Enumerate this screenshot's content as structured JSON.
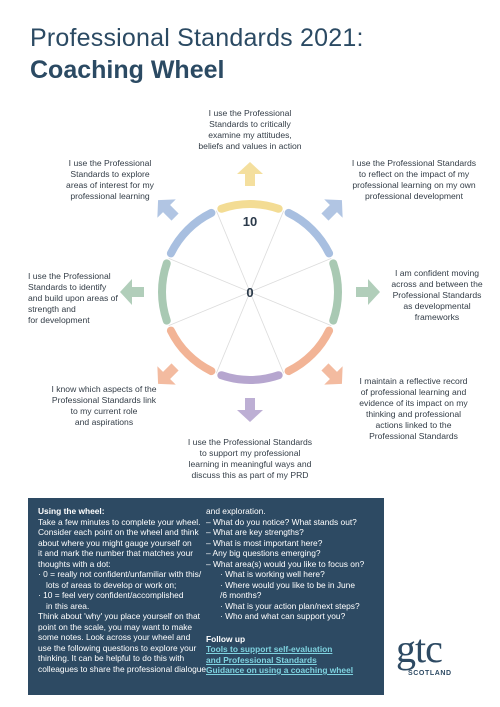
{
  "title": {
    "line1": "Professional Standards 2021:",
    "line2": "Coaching Wheel"
  },
  "wheel": {
    "center_label": "0",
    "top_label": "10"
  },
  "statements": {
    "top": [
      "I use the Professional",
      "Standards to critically",
      "examine my attitudes,",
      "beliefs and values in action"
    ],
    "top_right": [
      "I use the Professional Standards",
      "to reflect on the impact of my",
      "professional learning on my own",
      "professional development"
    ],
    "right": [
      "I am confident moving",
      "across and between the",
      "Professional Standards",
      "as developmental",
      "frameworks"
    ],
    "bottom_right": [
      "I maintain a reflective record",
      "of professional learning and",
      "evidence of its impact on my",
      "thinking and professional",
      "actions linked to the",
      "Professional Standards"
    ],
    "bottom": [
      "I use the Professional Standards",
      "to support my professional",
      "learning in meaningful ways and",
      "discuss this as part of my PRD"
    ],
    "bottom_left": [
      "I know which aspects of the",
      "Professional Standards link",
      "to my current role",
      "and aspirations"
    ],
    "left": [
      "I use the Professional",
      "Standards to identify",
      "and build upon areas of",
      "strength and",
      "for development"
    ],
    "top_left": [
      "I use the Professional",
      "Standards to explore",
      "areas of interest for my",
      "professional learning"
    ]
  },
  "colors": {
    "top": "#f3dc94",
    "top_right": "#a8bfe0",
    "right": "#a9c9b3",
    "bottom_right": "#f2b496",
    "bottom": "#b6a6cf",
    "bottom_left": "#f2b496",
    "left": "#a9c9b3",
    "top_left": "#a8bfe0",
    "panel": "#2d4a63",
    "title": "#2b4a63",
    "link": "#7fd3e0"
  },
  "panel": {
    "heading": "Using the wheel:",
    "intro": [
      "Take a few minutes to complete your wheel.",
      "Consider each point on the wheel and think",
      "about where you might gauge yourself on",
      "it and mark the number that matches your",
      "thoughts with a dot:"
    ],
    "scale": [
      "· 0 = really not confident/unfamiliar with this/",
      "lots of areas to develop or work on;",
      "· 10 = feel very confident/accomplished",
      "in this area."
    ],
    "body": [
      "Think about 'why' you place yourself on that",
      "point on the scale, you may want to make",
      "some notes. Look across your wheel and",
      "use the following questions to explore your",
      "thinking. It can be helpful to do this with",
      "colleagues to share the professional dialogue"
    ],
    "col2_first": "and exploration.",
    "questions": [
      "– What do you notice? What stands out?",
      "– What are key strengths?",
      "– What is most important here?",
      "– Any big questions emerging?",
      "– What area(s) would you like to focus on?"
    ],
    "sub_questions": [
      "· What is working well here?",
      "· Where would you like to be in June",
      "/6 months?",
      "· What is your action plan/next steps?",
      "· Who and what can support you?"
    ],
    "follow_up": "Follow up",
    "links": [
      "Tools to support self-evaluation",
      "and Professional Standards",
      "Guidance on using a coaching wheel"
    ]
  },
  "logo": {
    "text": "gtc",
    "sub": "SCOTLAND"
  }
}
